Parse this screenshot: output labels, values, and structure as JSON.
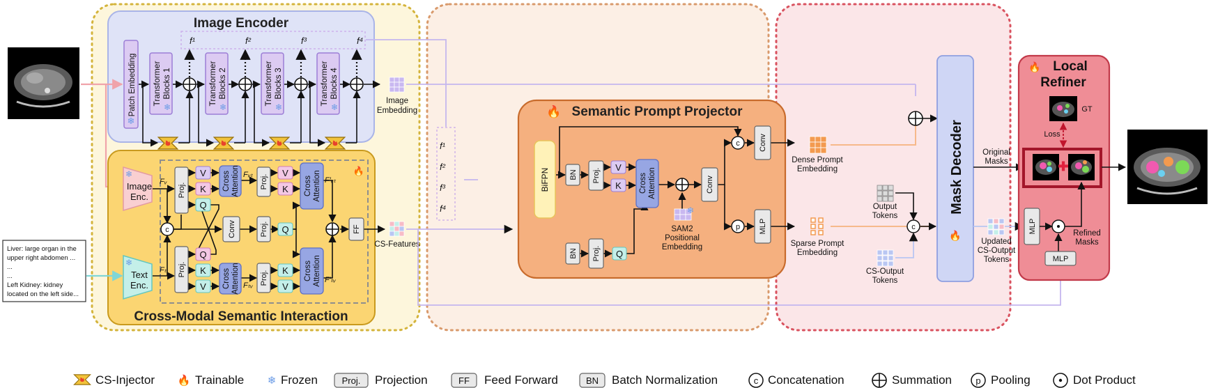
{
  "titles": {
    "image_encoder": "Image Encoder",
    "cross_modal": "Cross-Modal Semantic Interaction",
    "semantic_prompt_projector": "Semantic Prompt Projector",
    "local_refiner_1": "Local",
    "local_refiner_2": "Refiner",
    "mask_decoder": "Mask Decoder"
  },
  "encoder": {
    "patch_embedding": "Patch Embedding",
    "blocks": [
      {
        "l1": "Transformer",
        "l2": "Blocks 1"
      },
      {
        "l1": "Transformer",
        "l2": "Blocks 2"
      },
      {
        "l1": "Transformer",
        "l2": "Blocks 3"
      },
      {
        "l1": "Transformer",
        "l2": "Blocks 4"
      }
    ],
    "features": [
      "f¹",
      "f²",
      "f³",
      "f⁴"
    ],
    "image_embedding_1": "Image",
    "image_embedding_2": "Embedding"
  },
  "cmsi": {
    "image_enc_1": "Image",
    "image_enc_2": "Enc.",
    "text_enc_1": "Text",
    "text_enc_2": "Enc.",
    "proj": "Proj.",
    "conv": "Conv",
    "ff": "FF",
    "cross_attention_1": "Cross",
    "cross_attention_2": "Attention",
    "v": "V",
    "k": "K",
    "q": "Q",
    "c": "c",
    "fv": "Fᵥ",
    "ft": "Fₜ",
    "fvt": "Fᵥₜ",
    "ftv": "Fₜᵥ",
    "fvt2": "F′ᵥₜ",
    "ftv2": "F′ₜᵥ",
    "cs_features": "CS-Features"
  },
  "text_prompt": [
    "Liver: large organ in the",
    "upper right abdomen ...",
    "...",
    "...",
    "Left Kidney: kidney",
    "located on the left side..."
  ],
  "spp": {
    "bifpn": "BiFPN",
    "bn": "BN",
    "proj": "Proj.",
    "v": "V",
    "k": "K",
    "q": "Q",
    "c": "c",
    "p": "p",
    "cross_attention_1": "Cross",
    "cross_attention_2": "Attention",
    "conv": "Conv",
    "mlp": "MLP",
    "sam2_1": "SAM2",
    "sam2_2": "Positional",
    "sam2_3": "Embedding",
    "dense_1": "Dense Prompt",
    "dense_2": "Embedding",
    "sparse_1": "Sparse Prompt",
    "sparse_2": "Embedding"
  },
  "decoder": {
    "output_tokens_1": "Output",
    "output_tokens_2": "Tokens",
    "cs_output_1": "CS-Output",
    "cs_output_2": "Tokens",
    "updated_1": "Updated",
    "updated_2": "CS-Output",
    "updated_3": "Tokens",
    "original_masks_1": "Original",
    "original_masks_2": "Masks",
    "refined_masks_1": "Refined",
    "refined_masks_2": "Masks",
    "loss": "Loss",
    "gt": "GT",
    "mlp": "MLP",
    "c": "c"
  },
  "legend": [
    {
      "key": "injector",
      "label": "CS-Injector"
    },
    {
      "key": "fire",
      "label": "Trainable"
    },
    {
      "key": "snow",
      "label": "Frozen"
    },
    {
      "key": "box",
      "box_text": "Proj.",
      "label": "Projection"
    },
    {
      "key": "box",
      "box_text": "FF",
      "label": "Feed Forward"
    },
    {
      "key": "box",
      "box_text": "BN",
      "label": "Batch Normalization"
    },
    {
      "key": "circle",
      "circle_text": "c",
      "label": "Concatenation"
    },
    {
      "key": "plus",
      "label": "Summation"
    },
    {
      "key": "circle",
      "circle_text": "p",
      "label": "Pooling"
    },
    {
      "key": "dot",
      "label": "Dot Product"
    }
  ],
  "colors": {
    "encoder_fill": "#dfe3f7",
    "encoder_border": "#a9b4e8",
    "cmsi_fill": "#fbd572",
    "cmsi_border": "#c99a1e",
    "spp_fill": "#f5b07f",
    "spp_border": "#c86b2c",
    "refiner_fill": "#ef8d96",
    "refiner_border": "#c23a4a",
    "decoder_fill": "#cfd6f5",
    "attention_fill": "#97a6e3",
    "block_fill": "#dccbf2",
    "region1_border": "#d4b43c",
    "region2_border": "#d99a6c",
    "region3_border": "#d9525f",
    "fire": "#e8432c",
    "snow": "#6a9be6"
  }
}
